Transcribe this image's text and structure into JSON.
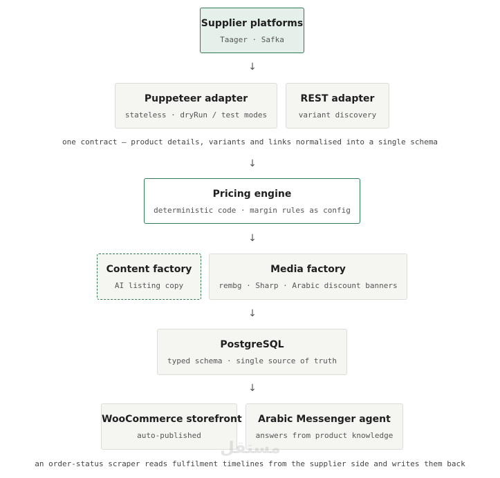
{
  "supplier": {
    "title": "Supplier platforms",
    "sub": "Taager · Safka"
  },
  "puppeteer": {
    "title": "Puppeteer adapter",
    "sub": "stateless · dryRun / test modes"
  },
  "rest": {
    "title": "REST adapter",
    "sub": "variant discovery"
  },
  "contract_note": "one contract — product details, variants and links normalised into a single schema",
  "pricing": {
    "title": "Pricing engine",
    "sub": "deterministic code · margin rules as config"
  },
  "content": {
    "title": "Content factory",
    "sub": "AI listing copy"
  },
  "media": {
    "title": "Media factory",
    "sub": "rembg · Sharp · Arabic discount banners"
  },
  "postgres": {
    "title": "PostgreSQL",
    "sub": "typed schema · single source of truth"
  },
  "woo": {
    "title": "WooCommerce storefront",
    "sub": "auto-published"
  },
  "messenger": {
    "title": "Arabic Messenger agent",
    "sub": "answers from product knowledge"
  },
  "bottom_note": "an order-status scraper reads fulfilment timelines from the supplier side and writes them back",
  "arrow": "↓",
  "watermark": "مستقل",
  "colors": {
    "accent_green": "#2f7a55",
    "green_fill": "#e6f0ea",
    "box_fill": "#f5f5f2",
    "box_border": "#dcdcd8"
  }
}
